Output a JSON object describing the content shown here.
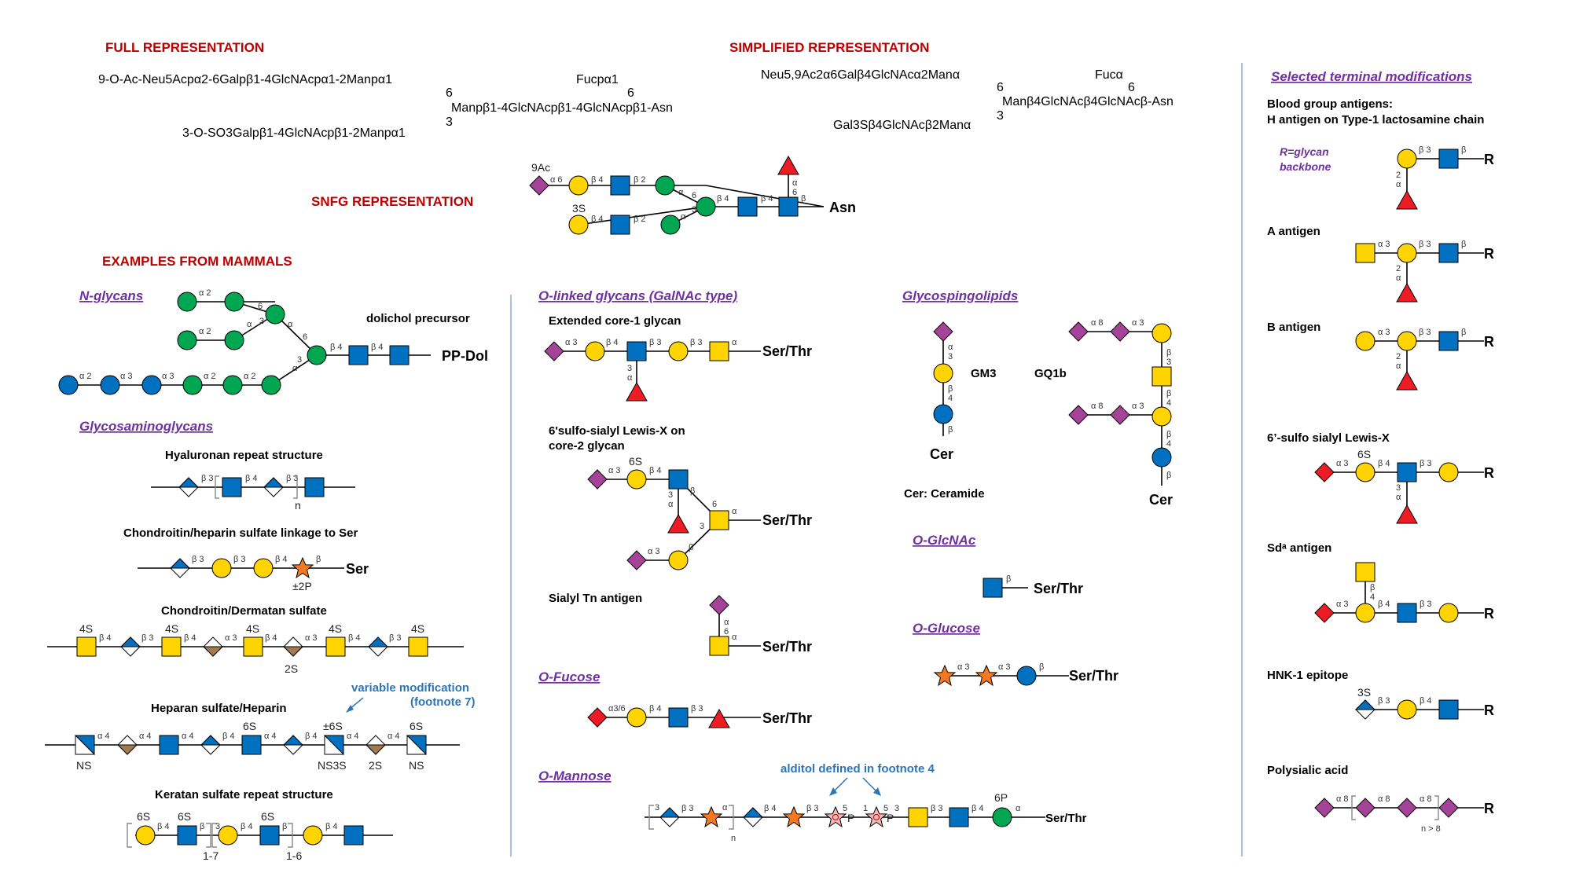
{
  "headers": {
    "full": "FULL REPRESENTATION",
    "simplified": "SIMPLIFIED REPRESENTATION",
    "snfg": "SNFG REPRESENTATION",
    "examples": "EXAMPLES FROM MAMMALS",
    "selected": "Selected terminal modifications"
  },
  "full_repr": {
    "line1": "9-O-Ac-Neu5Acpα2-6Galpβ1-4GlcNAcpα1-2Manpα1",
    "fuc": "Fucpα1",
    "n6a": "6",
    "n6b": "6",
    "core": "Manpβ1-4GlcNAcpβ1-4GlcNAcpβ1-Asn",
    "n3": "3",
    "line3": "3-O-SO3Galpβ1-4GlcNAcpβ1-2Manpα1"
  },
  "simplified_repr": {
    "line1": "Neu5,9Ac2α6Galβ4GlcNAcα2Manα",
    "fuc": "Fucα",
    "n6a": "6",
    "n6b": "6",
    "core": "Manβ4GlcNAcβ4GlcNAcβ-Asn",
    "n3": "3",
    "line3": "Gal3Sβ4GlcNAcβ2Manα"
  },
  "snfg": {
    "mod_9ac": "9Ac",
    "mod_3s": "3S",
    "asn": "Asn"
  },
  "sections": {
    "n_glycans": "N-glycans",
    "gag": "Glycosaminoglycans",
    "o_linked": "O-linked glycans (GalNAc type)",
    "o_fucose": "O-Fucose",
    "o_mannose": "O-Mannose",
    "gsl": "Glycospingolipids",
    "o_glcnac": "O-GlcNAc",
    "o_glucose": "O-Glucose"
  },
  "labels": {
    "dolichol": "dolichol precursor",
    "pp_dol": "PP-Dol",
    "hyaluronan": "Hyaluronan repeat structure",
    "cs_linkage": "Chondroitin/heparin sulfate linkage to Ser",
    "cs_ds": "Chondroitin/Dermatan sulfate",
    "heparan": "Heparan sulfate/Heparin",
    "variable_mod": "variable modification",
    "footnote7": "(footnote 7)",
    "keratan": "Keratan sulfate repeat structure",
    "core1": "Extended core-1 glycan",
    "sulfo_slex_1": "6'sulfo-sialyl Lewis-X on",
    "sulfo_slex_2": "core-2 glycan",
    "sialyl_tn": "Sialyl Tn antigen",
    "alditol": "alditol defined in footnote 4",
    "gm3": "GM3",
    "gq1b": "GQ1b",
    "cer": "Cer",
    "cer_def": "Cer: Ceramide",
    "ser_thr": "Ser/Thr",
    "ser": "Ser",
    "blood_group_1": "Blood group antigens:",
    "blood_group_2": "H antigen on Type-1 lactosamine chain",
    "r_def_1": "R=glycan",
    "r_def_2": "backbone",
    "a_antigen": "A antigen",
    "b_antigen": "B antigen",
    "sulfo_slex": "6’-sulfo sialyl Lewis-X",
    "sda": "Sdᵃ antigen",
    "hnk1": "HNK-1 epitope",
    "polysialic": "Polysialic acid",
    "r": "R",
    "n_gt_8": "n > 8",
    "n": "n"
  },
  "colors": {
    "header_red": "#c00000",
    "section_purple": "#7030a0",
    "note_blue": "#2e75b6",
    "glc_blue": "#0070c0",
    "man_green": "#00a651",
    "gal_yellow": "#ffd400",
    "fuc_red": "#ed1c24",
    "neu_purple": "#a54399",
    "xyl_orange": "#f47920",
    "idoa_brown": "#a17a4d"
  }
}
